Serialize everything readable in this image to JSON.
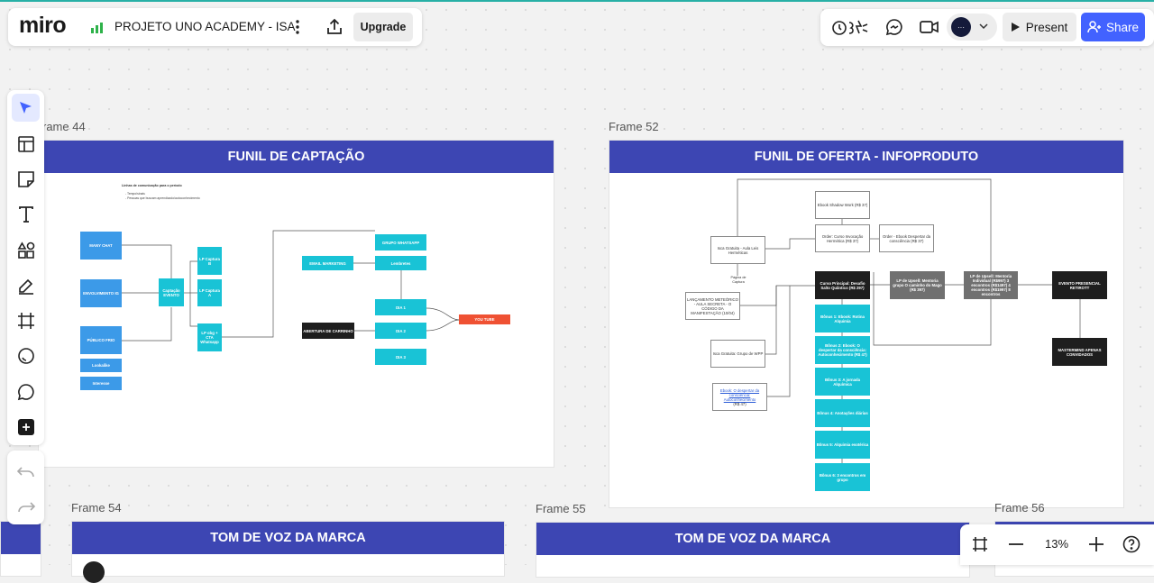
{
  "topbar": {
    "logo": "miro",
    "board_name": "PROJETO UNO ACADEMY - ISA",
    "upgrade_label": "Upgrade",
    "present_label": "Present",
    "share_label": "Share",
    "avatar_text": "···"
  },
  "colors": {
    "accent": "#4262ff",
    "frame_header": "#3d46b3",
    "blue_box": "#3c9ae8",
    "cyan_box": "#19c3d6",
    "red_box": "#ef5133"
  },
  "frames": {
    "f44": {
      "label": "rame 44",
      "title": "FUNIL DE CAPTAÇÃO"
    },
    "f52": {
      "label": "Frame 52",
      "title": "FUNIL DE OFERTA - INFOPRODUTO"
    },
    "f54": {
      "label": "Frame 54",
      "title": "TOM DE VOZ DA MARCA"
    },
    "f55": {
      "label": "Frame 55",
      "title": "TOM DE VOZ DA MARCA"
    },
    "f56": {
      "label": "Frame 56"
    }
  },
  "captacao": {
    "note_title": "Linhas de comunicação para o período",
    "note_items": [
      "- Tempo/sinais",
      "- Pessoas que buscam aprendizado/autoconhecimento"
    ],
    "many_chat": "MANY CHAT",
    "envolvimento": "ENVOLVIMENTO IG",
    "publico_frio": "PÚBLICO FRIO",
    "lookalike": "Lookalike",
    "interesse": "Interesse",
    "captacao_evento": "Captação EVENTO",
    "lp_captura_b": "LP Captura B",
    "lp_captura_a": "LP Captura A",
    "lp_obg": "LP obg + CTA Whatsapp",
    "email_marketing": "EMAIL MARKETING",
    "grupo_whatsapp": "GRUPO WHATSAPP",
    "lembretes": "Lembretes",
    "dia1": "DIA 1",
    "dia2": "DIA 2",
    "dia3": "DIA 3",
    "abertura": "ABERTURA DE CARRINHO",
    "youtube": "YOU TUBE"
  },
  "oferta": {
    "ebook_shadow": "Ebook Shadow Work (R$ 37)",
    "order_curso": "Order: Curso Invocação Hermética (R$ 37)",
    "order_ebook": "Order - Ebook Despertar da consciência (R$ 37)",
    "isca_aula": "Isca Gratuita - Aula Leis Herméticas",
    "pagina_captura": "Página de Captura",
    "lancamento": "LANÇAMENTO METEÓRICO - AULA SECRETA - O CÓDIGO DA MANIFESTAÇÃO (10/04)",
    "curso_principal": "Curso Principal: Desafio Salto Quântico (R$ 297)",
    "lp_mentoria_grupo": "LP de Upsell: Mentoria grupo O caminho do Mago (R$ 397)",
    "lp_mentoria_individual": "LP de Upsell: Mentoria Individual (R$997) 3 encontros (R$1497) 4 encontros (R$1997) 8 encontros",
    "evento_presencial": "EVENTO PRESENCIAL RETIROTT",
    "mastermind": "MASTERMIND APENAS CONVIDADOS",
    "bonus1": "Bônus 1: Ebook: Rotina Alquimia",
    "bonus2": "Bônus 2: Ebook: O despertar da consciência: Autoconhecimento (R$ 47)",
    "bonus3": "Bônus 3: A jornada Alquímica",
    "bonus4": "Bônus 4: Anotações diárias",
    "bonus5": "Bônus 5: Alquimia esotérica",
    "bonus6": "Bônus 6: 3 encontros em grupo",
    "isca_grupo": "Isca Gratuita: Grupo de WPP",
    "ebook_despertar_link": "Ebook: O despertar da consciência: Autoconhecimento",
    "ebook_despertar_price": "(R$ 47)"
  },
  "bottom": {
    "zoom": "13%"
  }
}
